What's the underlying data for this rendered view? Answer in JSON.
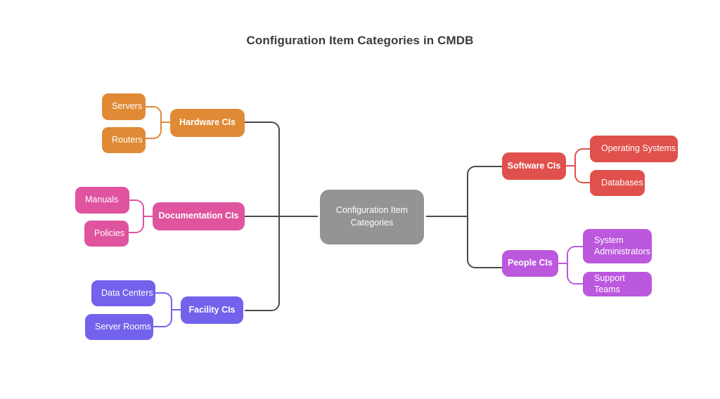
{
  "page": {
    "title": "Configuration Item Categories in CMDB",
    "background": "#ffffff",
    "title_color": "#3b3b3f"
  },
  "chart_data": {
    "type": "diagram",
    "diagram_type": "mind-map",
    "title": "Configuration Item Categories in CMDB",
    "orientation": "horizontal-bidirectional",
    "root": {
      "label": "Configuration Item Categories",
      "label_line1": "Configuration Item",
      "label_line2": "Categories",
      "color": "#949494",
      "text_color": "#ffffff"
    },
    "trunk_color": "#4a4a4a",
    "branches": [
      {
        "label": "Hardware CIs",
        "color": "#e08a36",
        "side": "left",
        "children": [
          {
            "label": "Servers",
            "color": "#e08a36"
          },
          {
            "label": "Routers",
            "color": "#e08a36"
          }
        ]
      },
      {
        "label": "Documentation CIs",
        "color": "#e0539f",
        "side": "left",
        "children": [
          {
            "label": "Manuals",
            "color": "#e0539f"
          },
          {
            "label": "Policies",
            "color": "#e0539f"
          }
        ]
      },
      {
        "label": "Facility CIs",
        "color": "#7262ec",
        "side": "left",
        "children": [
          {
            "label": "Data Centers",
            "color": "#7262ec"
          },
          {
            "label": "Server Rooms",
            "color": "#7262ec"
          }
        ]
      },
      {
        "label": "Software CIs",
        "color": "#e0504c",
        "side": "right",
        "children": [
          {
            "label": "Operating Systems",
            "color": "#e0504c"
          },
          {
            "label": "Databases",
            "color": "#e0504c"
          }
        ]
      },
      {
        "label": "People CIs",
        "color": "#bb58de",
        "side": "right",
        "children": [
          {
            "label": "System Administrators",
            "label_line1": "System",
            "label_line2": "Administrators",
            "color": "#bb58de"
          },
          {
            "label": "Support Teams",
            "color": "#bb58de"
          }
        ]
      }
    ]
  }
}
